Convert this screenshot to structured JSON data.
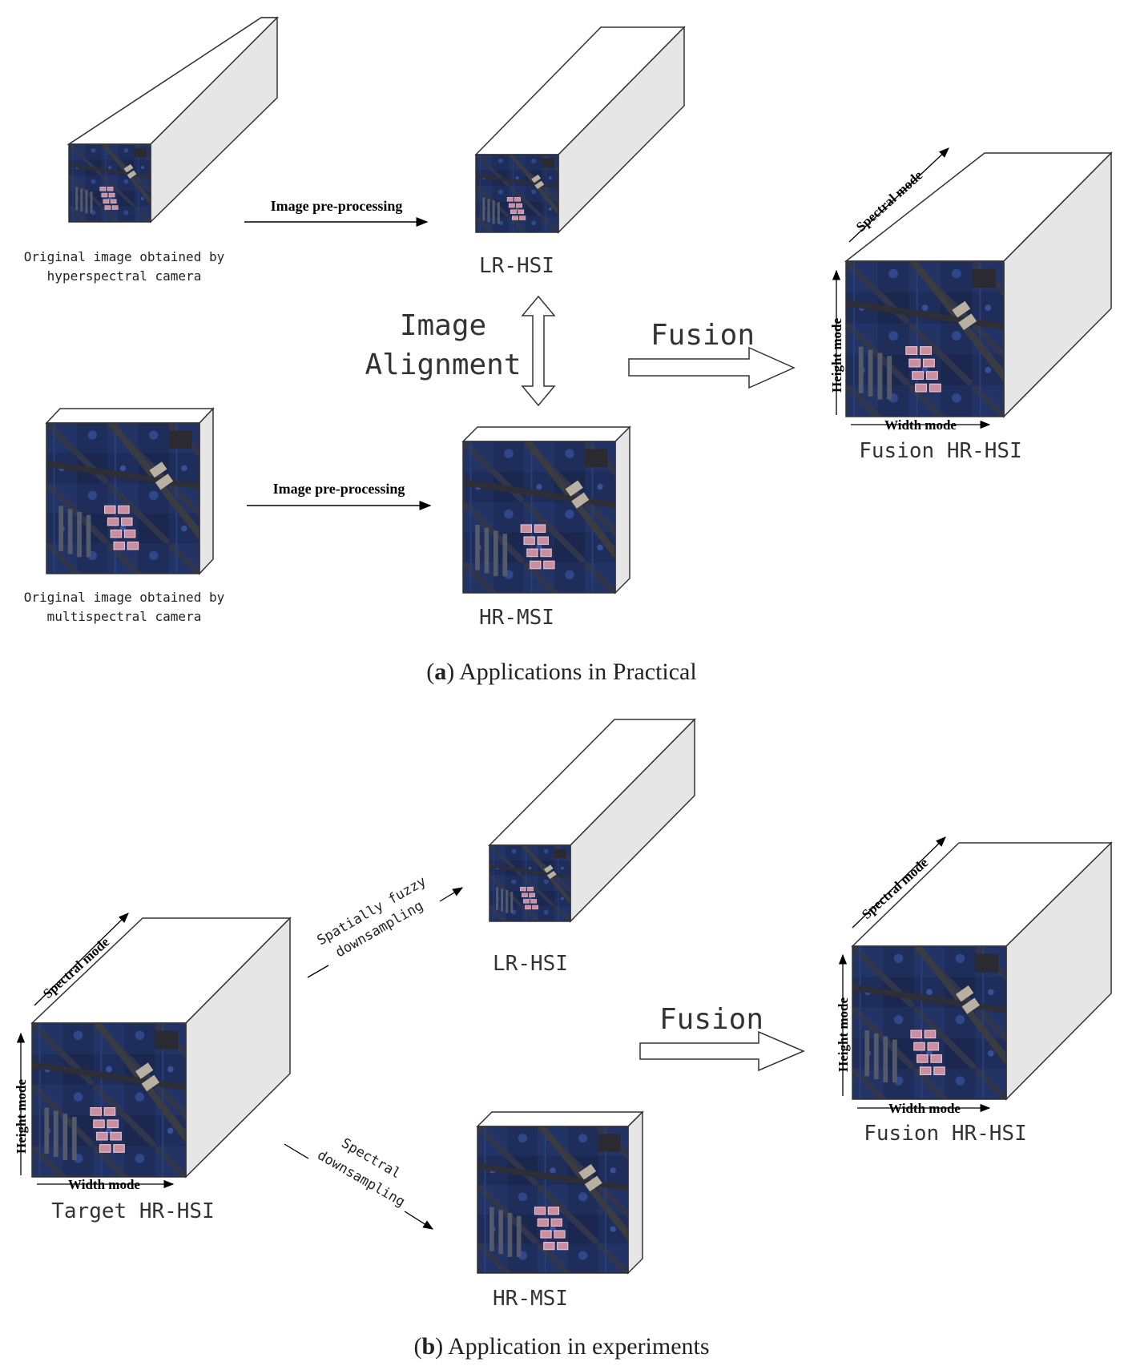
{
  "panel_a": {
    "caption_letter": "a",
    "caption_text": "Applications in Practical",
    "hyperspectral_caption": [
      "Original image obtained by",
      "hyperspectral camera"
    ],
    "multispectral_caption": [
      "Original image obtained by",
      "multispectral camera"
    ],
    "preprocess_top": "Image pre-processing",
    "preprocess_bottom": "Image pre-processing",
    "lr_hsi": "LR-HSI",
    "hr_msi": "HR-MSI",
    "alignment": [
      "Image",
      "Alignment"
    ],
    "fusion": "Fusion",
    "fusion_result": "Fusion HR-HSI",
    "spectral_mode": "Spectral mode",
    "height_mode": "Height mode",
    "width_mode": "Width mode"
  },
  "panel_b": {
    "caption_letter": "b",
    "caption_text": "Application in experiments",
    "target": "Target HR-HSI",
    "spatial_down": [
      "Spatially fuzzy",
      "downsampling"
    ],
    "spectral_down": [
      "Spectral",
      "downsampling"
    ],
    "lr_hsi": "LR-HSI",
    "hr_msi": "HR-MSI",
    "fusion": "Fusion",
    "fusion_result": "Fusion HR-HSI",
    "spectral_mode": "Spectral mode",
    "height_mode": "Height mode",
    "width_mode": "Width mode"
  }
}
